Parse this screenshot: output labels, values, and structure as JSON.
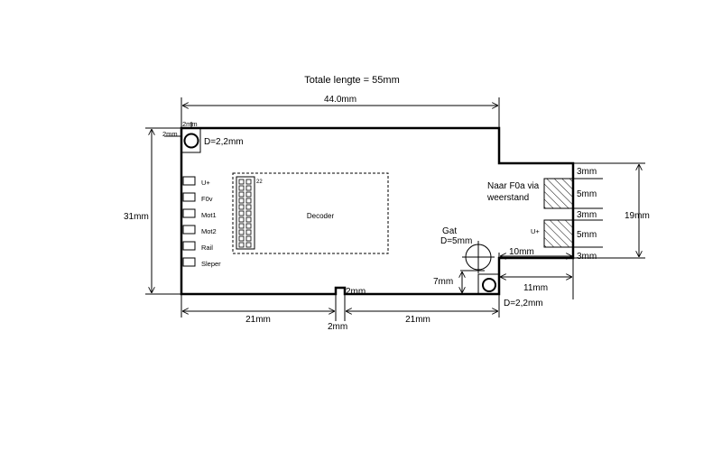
{
  "title": "Totale lengte = 55mm",
  "dims": {
    "top_length": "44.0mm",
    "hole_offset_top": "2mm",
    "hole_offset_left": "2mm",
    "hole_top_left": "D=2,2mm",
    "height_left": "31mm",
    "bottom_left": "21mm",
    "bottom_right": "21mm",
    "notch_width": "2mm",
    "notch_depth": "2mm",
    "hole_bottom_right": "D=2,2mm",
    "hole_bottom_width": "11mm",
    "step_height": "7mm",
    "step_width": "10mm",
    "connector_height": "19mm",
    "seg_a": "3mm",
    "seg_b": "5mm",
    "seg_c": "3mm",
    "seg_d": "5mm",
    "seg_e": "3mm"
  },
  "pads": [
    "U+",
    "F0v",
    "Mot1",
    "Mot2",
    "Rail",
    "Sleper"
  ],
  "decoder": {
    "label": "Decoder",
    "pin_label": "22"
  },
  "gat": {
    "line1": "Gat",
    "line2": "D=5mm"
  },
  "note": {
    "line1": "Naar F0a via",
    "line2": "weerstand"
  },
  "connector_u_label": "U+"
}
